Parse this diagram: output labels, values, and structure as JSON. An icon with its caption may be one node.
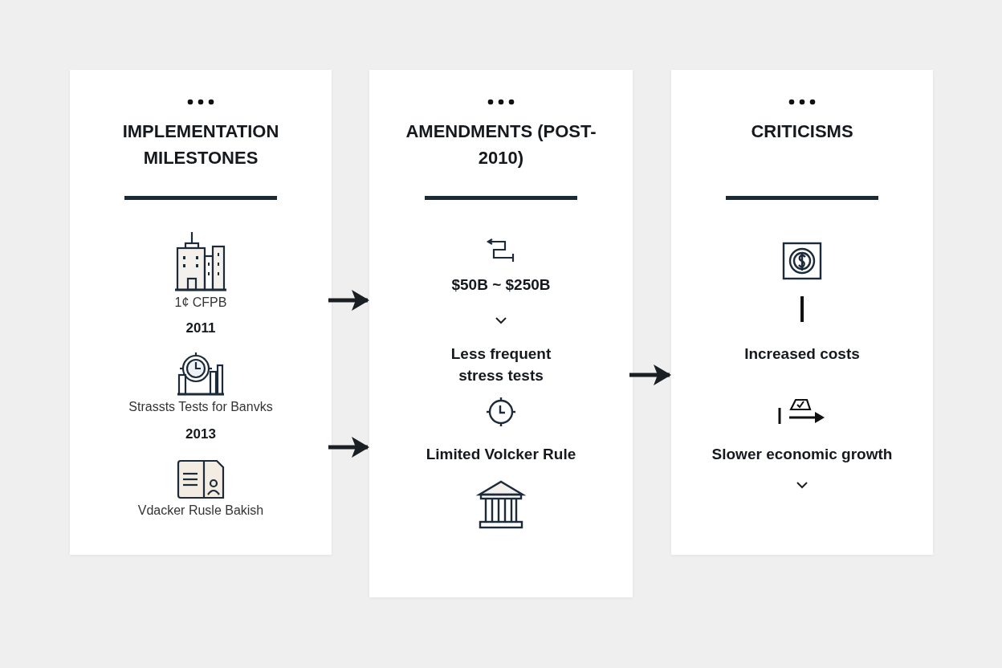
{
  "diagram": {
    "nodes": [
      {
        "text": [
          "IMPLEMENTATION MILESTONES",
          "1¢ CFPB",
          "2011",
          "Strassts Tests for Banvks",
          "2013",
          "Vdacker Rusle Bakish"
        ]
      },
      {
        "text": [
          "AMENDMENTS (POST-2010)",
          "$50B ~ $250B",
          "Less frequent stress tests",
          "Limited Volcker Rule"
        ]
      },
      {
        "text": [
          "CRITICISMS",
          "Increased costs",
          "Slower economic growth"
        ]
      }
    ],
    "edges": [
      {
        "from": 0,
        "to": 1,
        "arrow": "to"
      },
      {
        "from": 0,
        "to": 1,
        "arrow": "to"
      },
      {
        "from": 1,
        "to": 2,
        "arrow": "to"
      }
    ]
  }
}
